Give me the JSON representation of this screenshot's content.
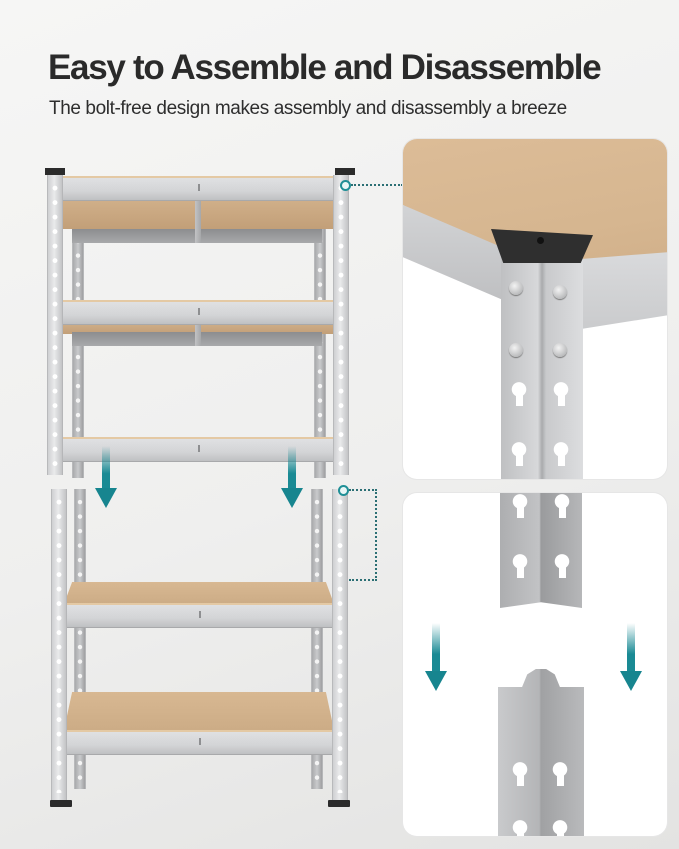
{
  "header": {
    "title": "Easy to Assemble and Disassemble",
    "subtitle": "The bolt-free design makes assembly and disassembly a breeze"
  },
  "colors": {
    "accent_teal": "#1a8a94",
    "board_tan": "#d6b690",
    "steel_grey": "#c9cacc",
    "cap_black": "#2b2b2b",
    "background": "#f2f2f1"
  },
  "illustration": {
    "product": "5-tier bolt-free metal storage shelving unit",
    "upper_section_shelves": 3,
    "lower_section_shelves": 2,
    "arrows": [
      {
        "icon": "arrow-down-icon",
        "location": "between upper and lower shelf sections, left"
      },
      {
        "icon": "arrow-down-icon",
        "location": "between upper and lower shelf sections, right"
      },
      {
        "icon": "arrow-down-icon",
        "location": "detail panel 2, left"
      },
      {
        "icon": "arrow-down-icon",
        "location": "detail panel 2, right"
      }
    ]
  },
  "detail_panels": [
    {
      "name": "corner-cap-detail",
      "depicts": "black triangular corner cap on top post with rivet-lock beam connection"
    },
    {
      "name": "post-joint-detail",
      "depicts": "upper post sliding down into lower post connector"
    }
  ]
}
